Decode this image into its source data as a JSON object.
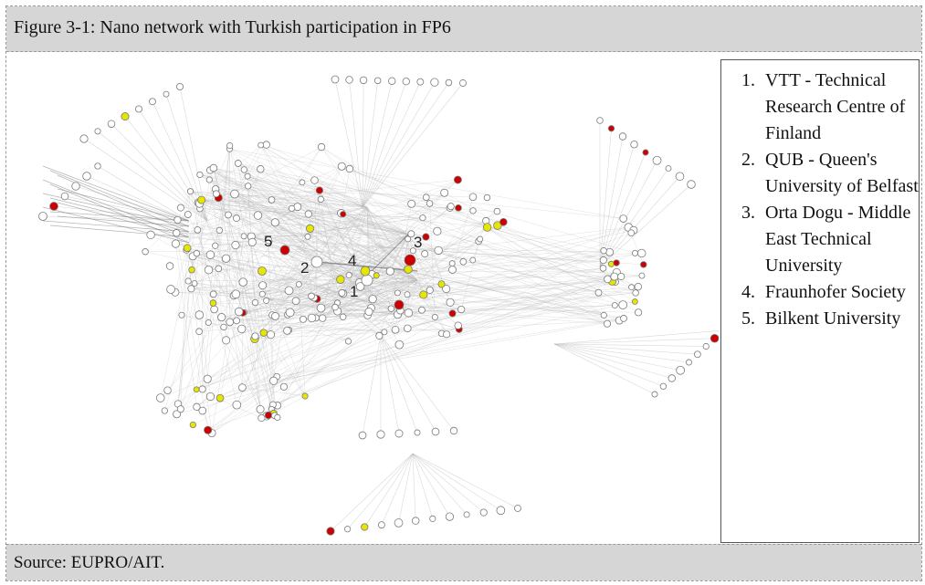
{
  "caption": "Figure 3-1: Nano network with Turkish participation  in FP6",
  "source": "Source: EUPRO/AIT.",
  "legend": [
    {
      "num": "1.",
      "label": "VTT - Technical Research Centre of Finland"
    },
    {
      "num": "2.",
      "label": "QUB - Queen's University of Belfast"
    },
    {
      "num": "3.",
      "label": "Orta Dogu - Middle East Technical University"
    },
    {
      "num": "4.",
      "label": "Fraunhofer Society"
    },
    {
      "num": "5.",
      "label": "Bilkent University"
    }
  ],
  "node_labels": [
    "1",
    "2",
    "3",
    "4",
    "5"
  ],
  "colors": {
    "background_bar": "#d6d6d6",
    "edge": "#b8b8b8",
    "node_default": "#ffffff",
    "node_turkish": "#e6e600",
    "node_highlight": "#cc0000",
    "node_stroke": "#7a7a7a"
  }
}
